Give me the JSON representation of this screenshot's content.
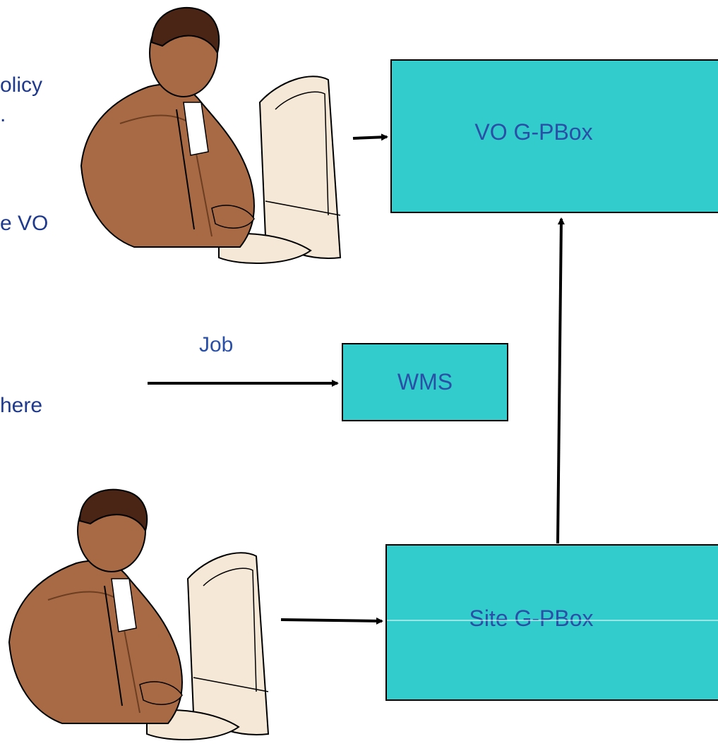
{
  "left_text": {
    "line1": "olicy",
    "line2": ".",
    "line3": "e VO",
    "line4": "here"
  },
  "boxes": {
    "vo_pbox": "VO G-PBox",
    "wms": "WMS",
    "site_pbox": "Site G-PBox"
  },
  "labels": {
    "job": "Job"
  },
  "colors": {
    "box_fill": "#33cccc",
    "text_blue": "#2a4fa6",
    "skin": "#a86a45",
    "monitor": "#f5e8d6"
  },
  "icons": {
    "top_figure": "person-at-computer-icon",
    "bottom_figure": "person-at-computer-icon"
  }
}
